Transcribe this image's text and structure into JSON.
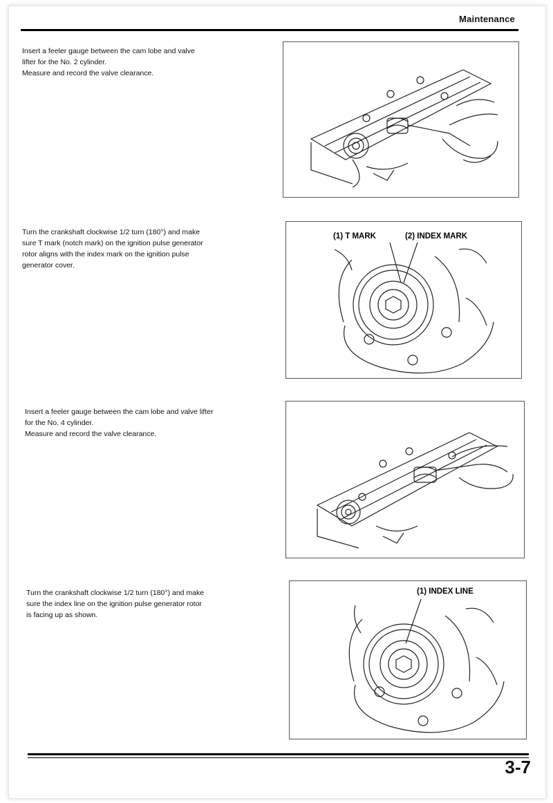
{
  "header": {
    "section": "Maintenance"
  },
  "steps": [
    {
      "text": "Insert a feeler gauge between the cam lobe and valve\nlifter for the No. 2 cylinder.\nMeasure and record the valve clearance."
    },
    {
      "text": "Turn the crankshaft clockwise 1/2 turn (180°) and make\nsure T mark (notch mark) on the ignition pulse generator\nrotor aligns with the index mark on the ignition pulse\ngenerator cover."
    },
    {
      "text": "Insert a feeler gauge between the cam lobe and valve lifter\nfor the No. 4 cylinder.\nMeasure and record the valve clearance."
    },
    {
      "text": "Turn the crankshaft clockwise 1/2 turn (180°) and make\nsure the index line on the ignition pulse generator rotor\nis facing up as shown."
    }
  ],
  "figures": {
    "fig2": {
      "label_1": "(1) T MARK",
      "label_2": "(2) INDEX MARK"
    },
    "fig4": {
      "label_1": "(1) INDEX LINE"
    }
  },
  "footer": {
    "page_number": "3-7"
  }
}
